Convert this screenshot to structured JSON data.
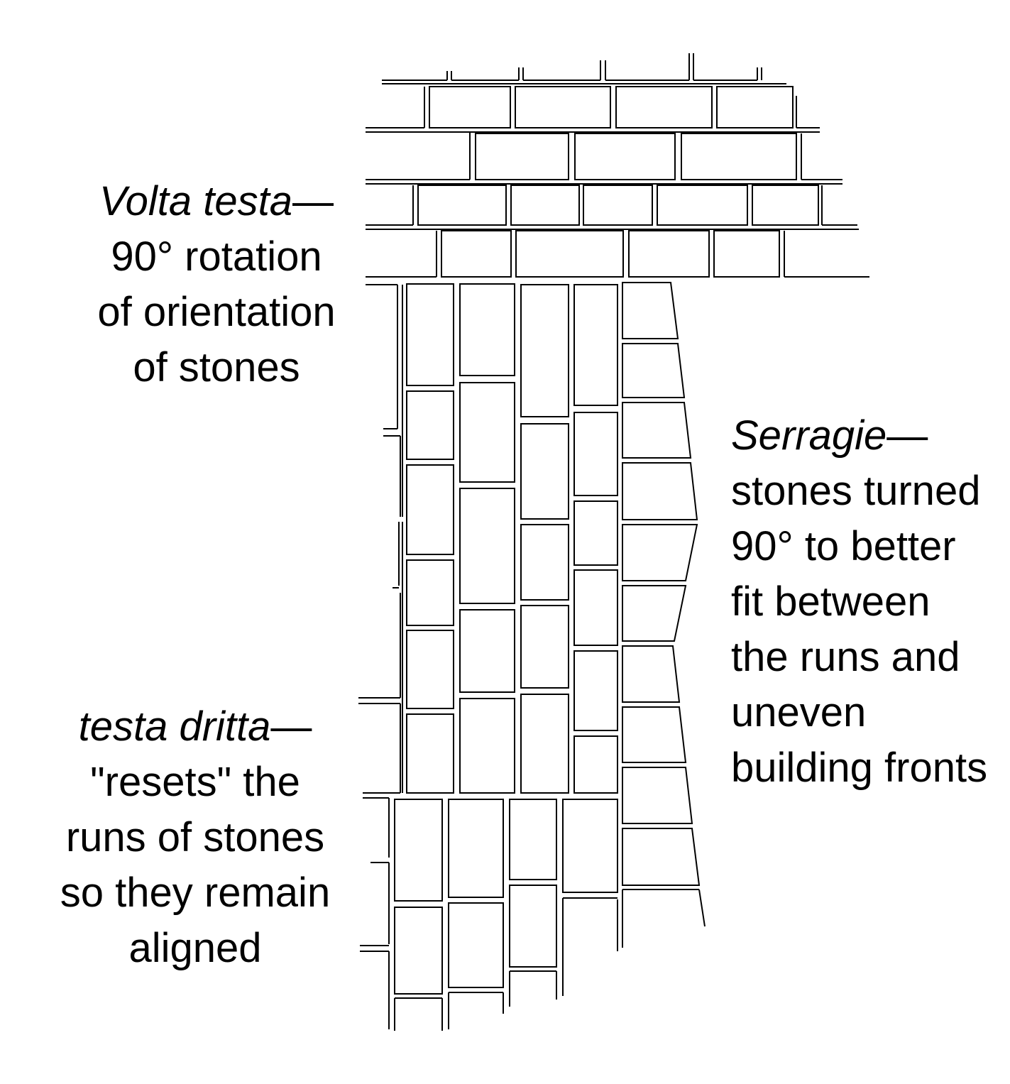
{
  "annotations": {
    "volta_testa": {
      "term": "Volta testa",
      "dash": "—",
      "lines": [
        "90° rotation",
        "of orientation",
        "of stones"
      ]
    },
    "serragie": {
      "term": "Serragie",
      "dash": "—",
      "lines": [
        "stones turned",
        "90° to better",
        "fit between",
        "the runs and",
        "uneven",
        "building fronts"
      ]
    },
    "testa_dritta": {
      "term": "testa dritta",
      "dash": "—",
      "lines": [
        "\"resets\" the",
        "runs of stones",
        "so they remain",
        "aligned"
      ]
    }
  },
  "colors": {
    "stroke": "#000000",
    "fill": "#ffffff",
    "background": "#ffffff"
  }
}
